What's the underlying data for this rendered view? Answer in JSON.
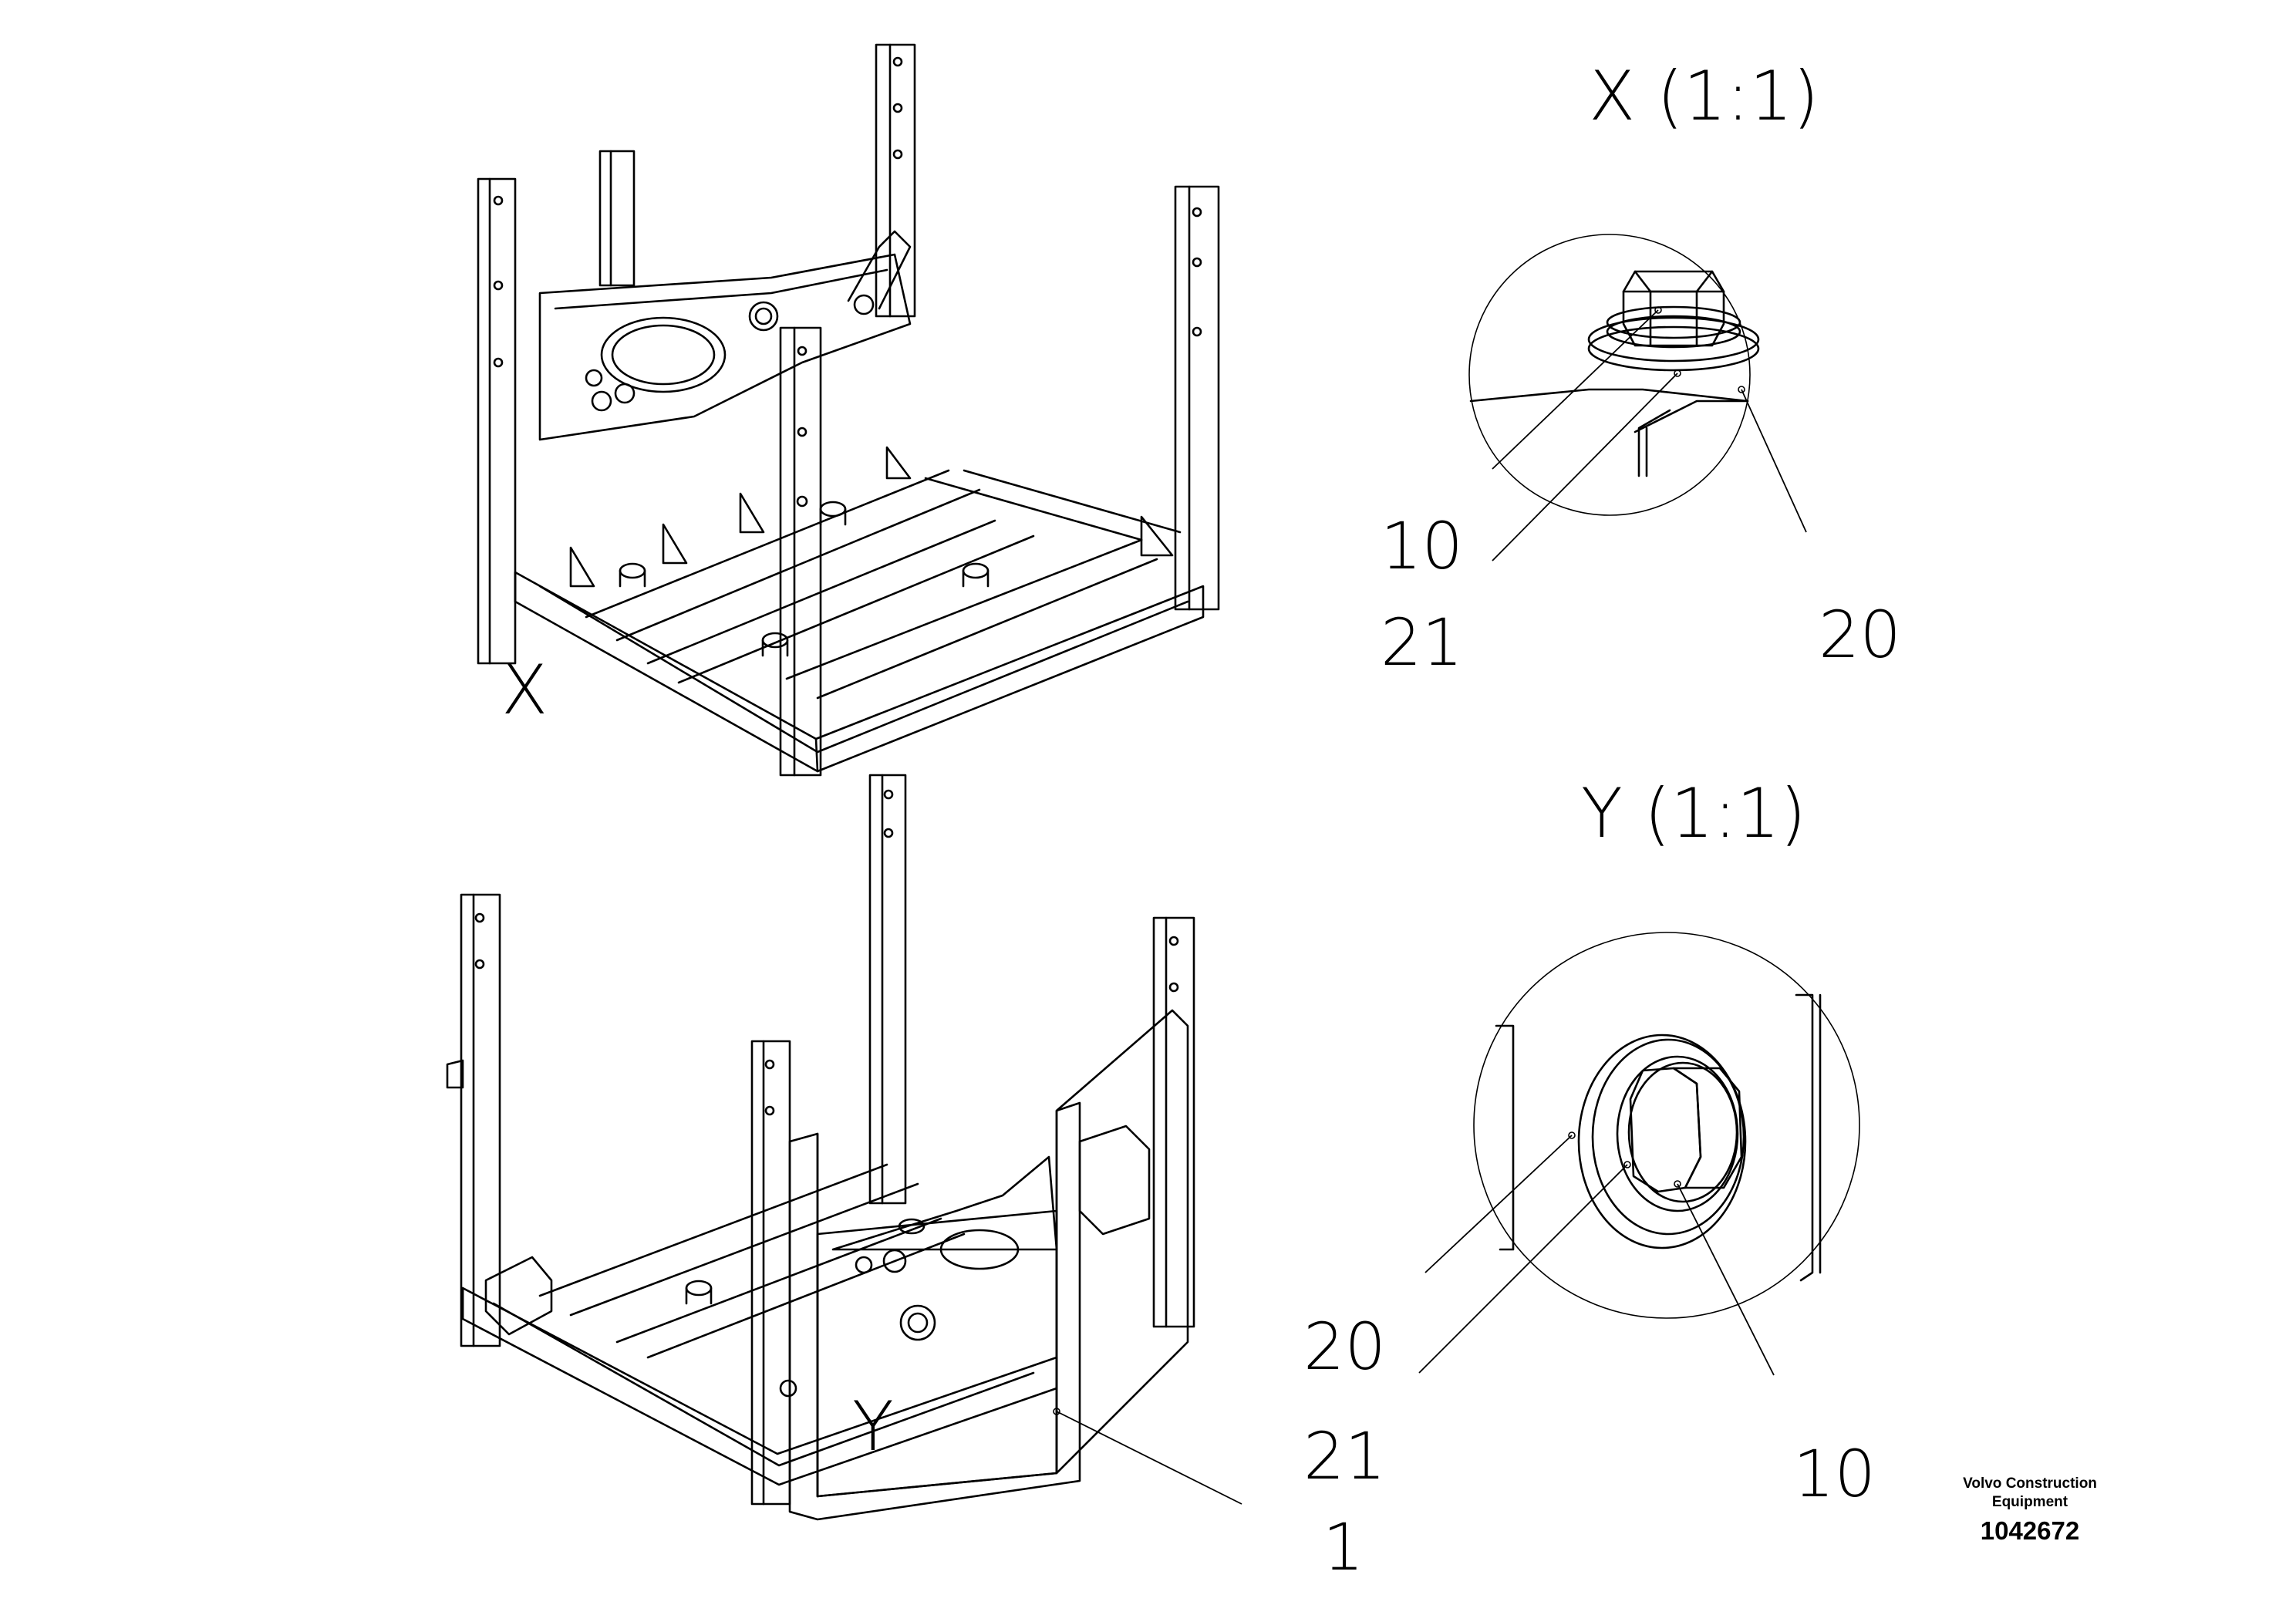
{
  "views": {
    "x_title": "X (1:1)",
    "y_title": "Y (1:1)",
    "x_marker": "X",
    "y_marker": "Y"
  },
  "callouts": {
    "x_detail": [
      "10",
      "21",
      "20"
    ],
    "y_detail": [
      "20",
      "21",
      "10"
    ],
    "frame": "1"
  },
  "footer": {
    "brand_line1": "Volvo Construction",
    "brand_line2": "Equipment",
    "part_number": "1042672"
  }
}
